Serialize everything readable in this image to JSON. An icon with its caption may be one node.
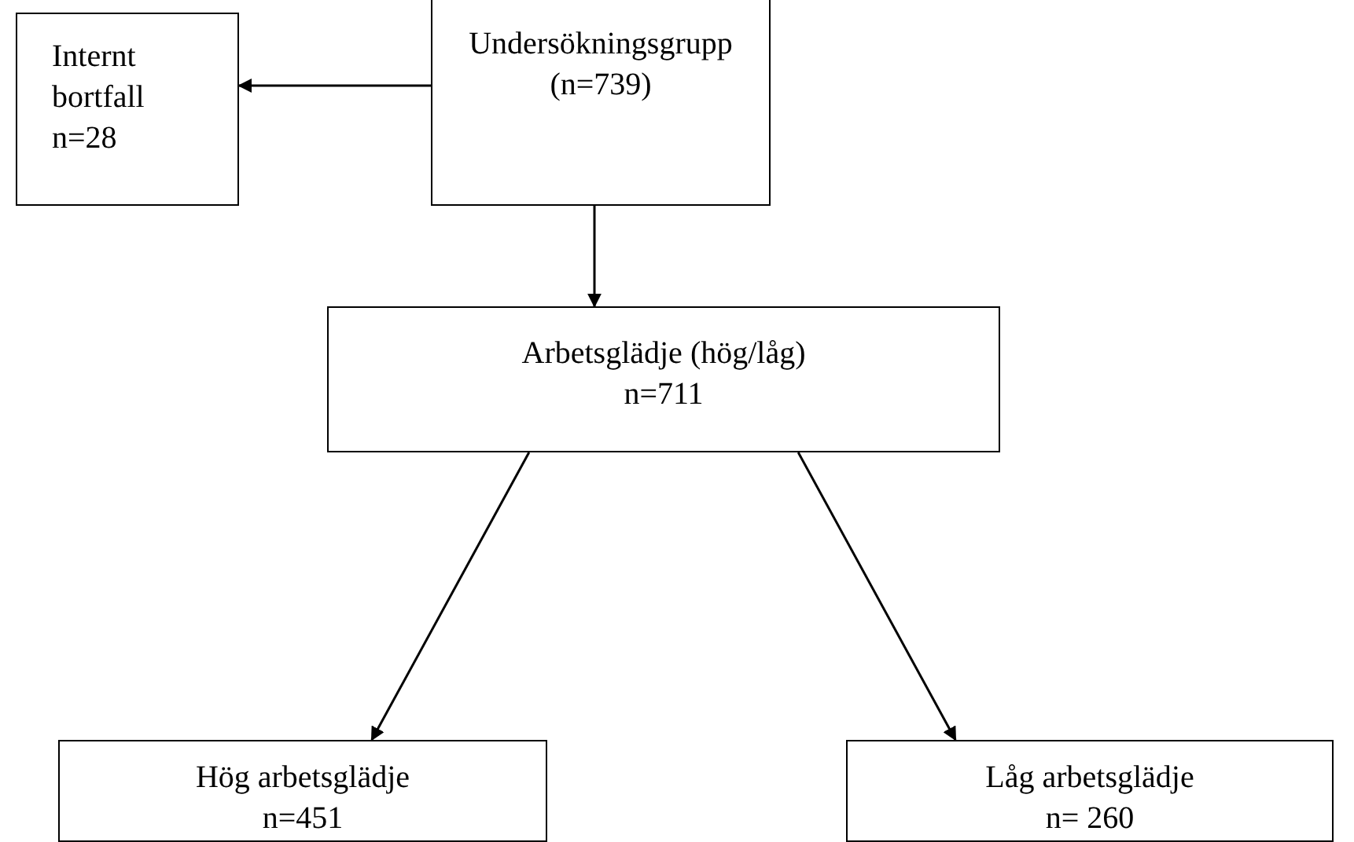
{
  "diagram": {
    "nodes": [
      {
        "text": [
          "Internt bortfall",
          "n=28"
        ]
      },
      {
        "text": [
          "Undersökningsgrupp",
          "(n=739)"
        ]
      },
      {
        "text": [
          "Arbetsglädje (hög/låg)",
          "n=711"
        ]
      },
      {
        "text": [
          "Hög arbetsglädje",
          "n=451"
        ]
      },
      {
        "text": [
          "Låg arbetsglädje",
          "n= 260"
        ]
      }
    ],
    "edges": [
      {
        "from": 1,
        "to": 0,
        "arrow": "to"
      },
      {
        "from": 1,
        "to": 2,
        "arrow": "to"
      },
      {
        "from": 2,
        "to": 3,
        "arrow": "to"
      },
      {
        "from": 2,
        "to": 4,
        "arrow": "to"
      }
    ]
  }
}
